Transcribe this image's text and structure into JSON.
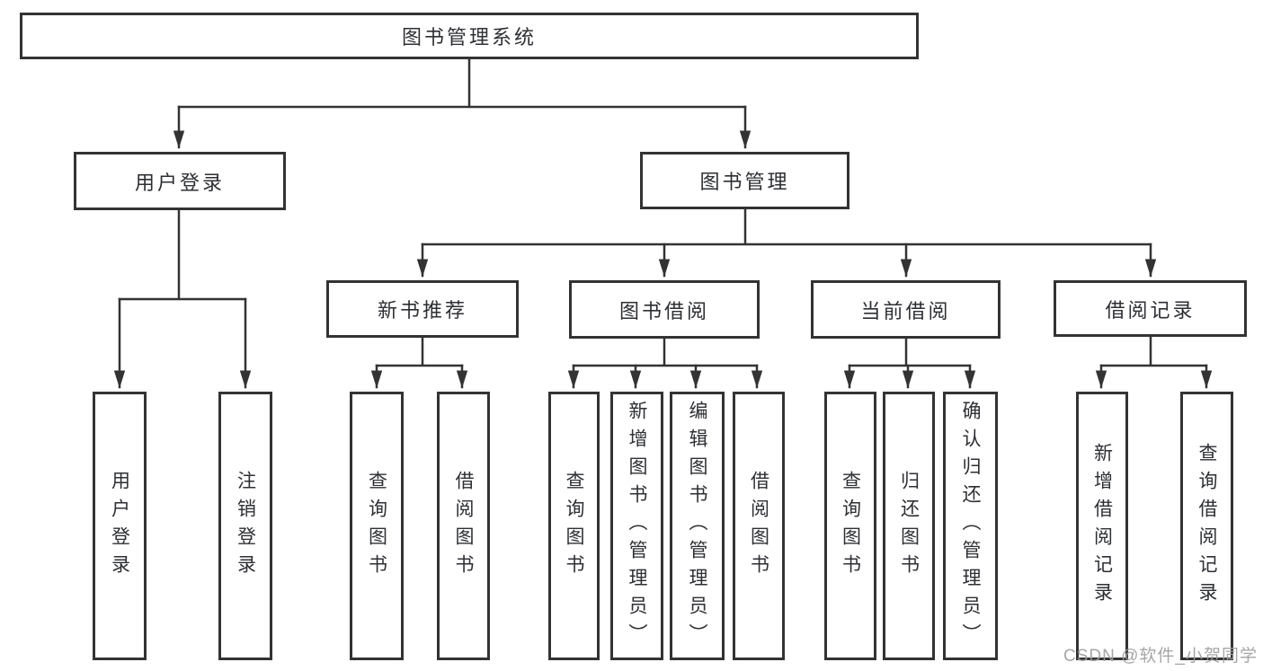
{
  "tree": {
    "label": "图书管理系统",
    "children": [
      {
        "label": "用户登录",
        "children": [
          {
            "label": "用户登录"
          },
          {
            "label": "注销登录"
          }
        ]
      },
      {
        "label": "图书管理",
        "children": [
          {
            "label": "新书推荐",
            "children": [
              {
                "label": "查询图书"
              },
              {
                "label": "借阅图书"
              }
            ]
          },
          {
            "label": "图书借阅",
            "children": [
              {
                "label": "查询图书"
              },
              {
                "label": "新增图书（管理员）"
              },
              {
                "label": "编辑图书（管理员）"
              },
              {
                "label": "借阅图书"
              }
            ]
          },
          {
            "label": "当前借阅",
            "children": [
              {
                "label": "查询图书"
              },
              {
                "label": "归还图书"
              },
              {
                "label": "确认归还（管理员）"
              }
            ]
          },
          {
            "label": "借阅记录",
            "children": [
              {
                "label": "新增借阅记录"
              },
              {
                "label": "查询借阅记录"
              }
            ]
          }
        ]
      }
    ]
  },
  "watermark": {
    "text": "CSDN @软件_小贺同学"
  },
  "colors": {
    "line": "#333333",
    "box_border": "#333333",
    "box_fill": "#ffffff",
    "text": "#2d2f33",
    "background": "#ffffff",
    "watermark": "#9e9e9e"
  }
}
